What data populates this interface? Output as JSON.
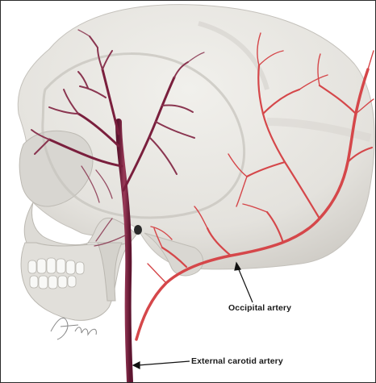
{
  "labels": {
    "occipital": "Occipital artery",
    "external_carotid": "External carotid artery"
  },
  "signature": "Atinck",
  "colors": {
    "skull": "#e6e5e1",
    "skull_shadow": "#c9c7c2",
    "external_carotid": "#7a1f3d",
    "facial_branches": "#8a3550",
    "occipital": "#d5474a",
    "leader_lines": "#111111"
  }
}
